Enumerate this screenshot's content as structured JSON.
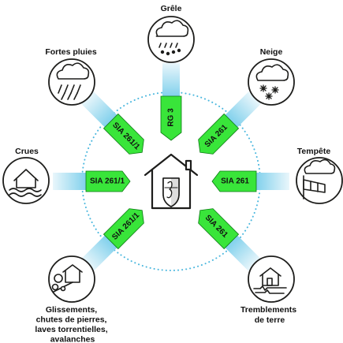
{
  "colors": {
    "norm_fill": "#39e53a",
    "norm_stroke": "#0a7a12",
    "stream_light": "#e3f4fb",
    "stream_dark": "#7fd0ec",
    "ring": "#4ab7de",
    "icon_stroke": "#1d1d1b"
  },
  "hazards": [
    {
      "id": "grele",
      "label": "Grêle",
      "icon": "hail-cloud-icon"
    },
    {
      "id": "neige",
      "label": "Neige",
      "icon": "snow-cloud-icon"
    },
    {
      "id": "tempete",
      "label": "Tempête",
      "icon": "windsock-storm-icon"
    },
    {
      "id": "tremblements",
      "label": "Tremblements de terre",
      "lines": [
        "Tremblements",
        "de terre"
      ],
      "icon": "earthquake-house-icon"
    },
    {
      "id": "glissements",
      "label": "Glissements, chutes de pierres, laves torrentielles, avalanches",
      "lines": [
        "Glissements,",
        "chutes de pierres,",
        "laves torrentielles,",
        "avalanches"
      ],
      "icon": "landslide-house-icon"
    },
    {
      "id": "crues",
      "label": "Crues",
      "icon": "flood-house-icon"
    },
    {
      "id": "fortes_pluies",
      "label": "Fortes pluies",
      "icon": "heavy-rain-cloud-icon"
    }
  ],
  "norms": [
    {
      "hazard": "grele",
      "label": "RG 3"
    },
    {
      "hazard": "neige",
      "label": "SIA 261"
    },
    {
      "hazard": "tempete",
      "label": "SIA 261"
    },
    {
      "hazard": "tremblements",
      "label": "SIA 261"
    },
    {
      "hazard": "glissements",
      "label": "SIA 261/1"
    },
    {
      "hazard": "crues",
      "label": "SIA 261/1"
    },
    {
      "hazard": "fortes_pluies",
      "label": "SIA 261/1"
    }
  ],
  "center": {
    "icon": "house-with-coat-of-arms-icon"
  }
}
